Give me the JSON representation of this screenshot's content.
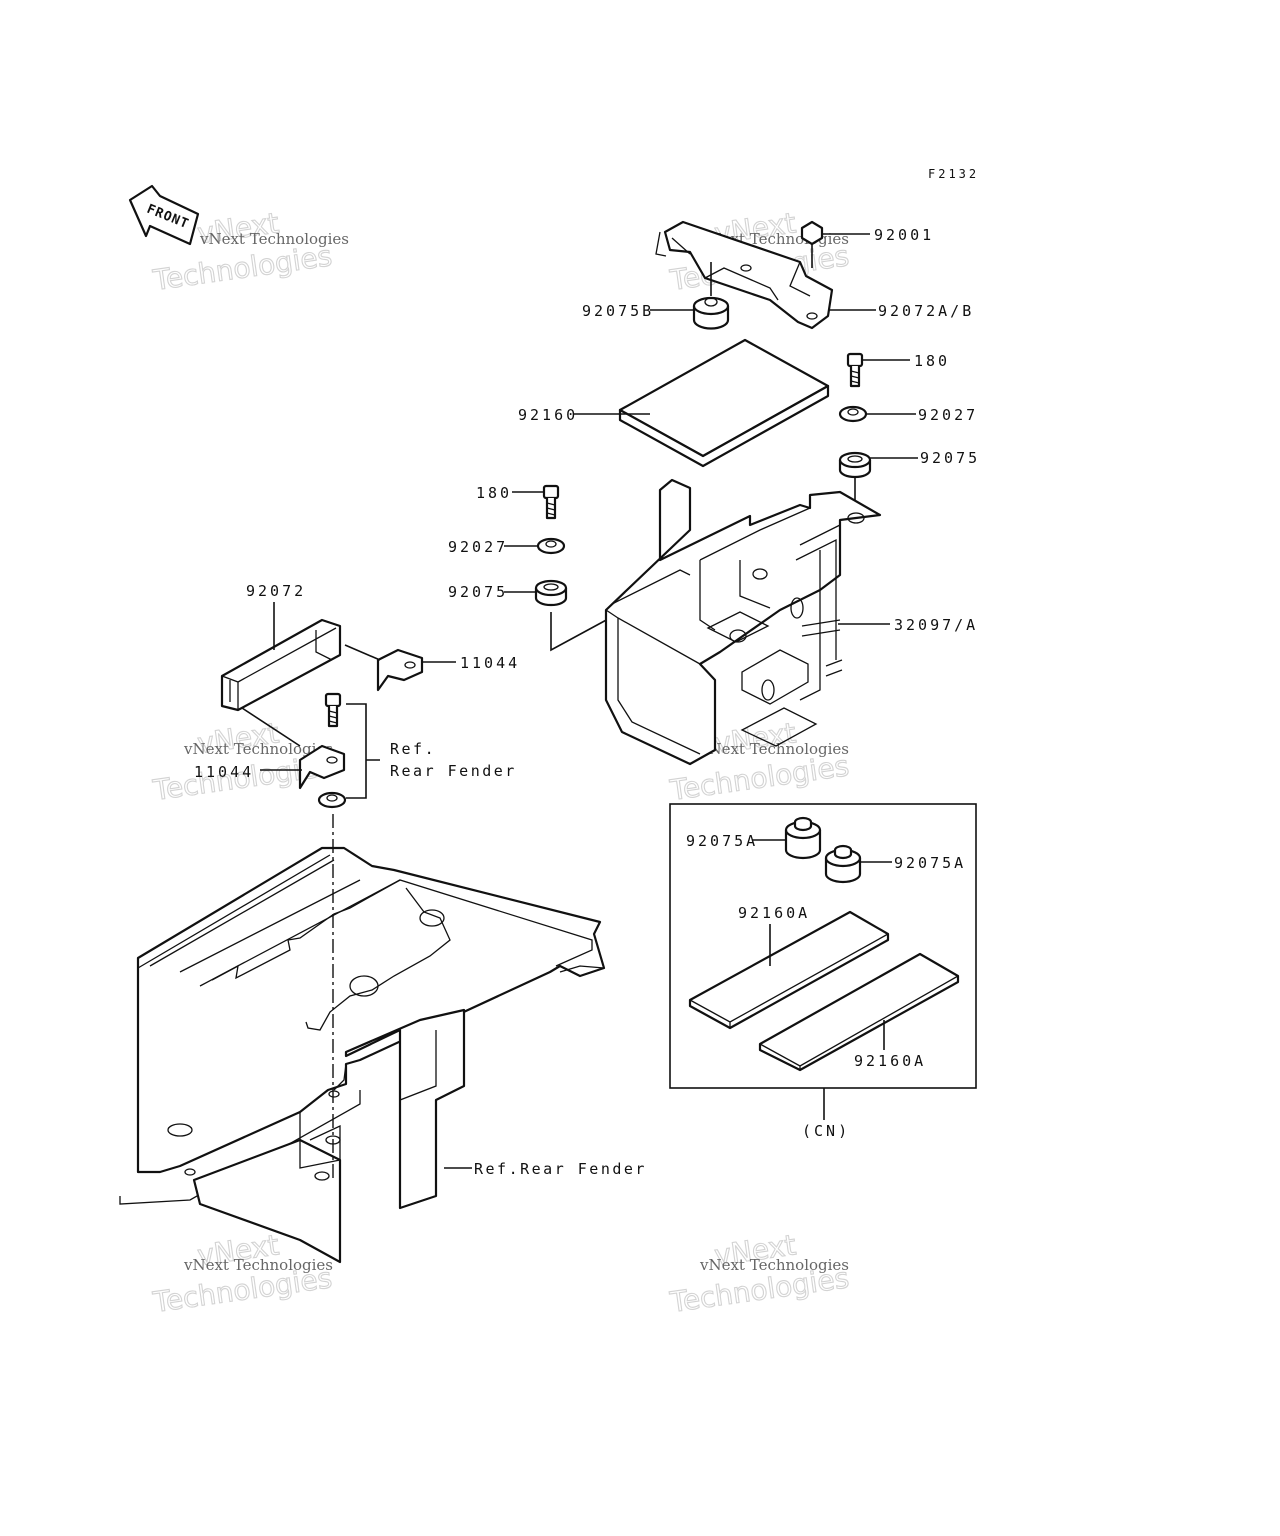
{
  "figure_id": "F2132",
  "front_label": "FRONT",
  "watermark": {
    "line1": "vNext Technologies",
    "line2": "Technologies"
  },
  "parts": {
    "p92001": "92001",
    "p92072ab": "92072A/B",
    "p92075b": "92075B",
    "p180_right": "180",
    "p92160": "92160",
    "p92027_right": "92027",
    "p92075_right": "92075",
    "p180_left": "180",
    "p92027_left": "92027",
    "p92075_left": "92075",
    "p32097a": "32097/A",
    "p92072": "92072",
    "p11044_top": "11044",
    "p11044_bottom": "11044"
  },
  "references": {
    "ref_line1": "Ref.",
    "ref_line2": "Rear Fender",
    "ref_rear_fender": "Ref.Rear Fender"
  },
  "kit": {
    "p92075a_left": "92075A",
    "p92075a_right": "92075A",
    "p92160a_top": "92160A",
    "p92160a_bottom": "92160A",
    "region": "(CN)"
  }
}
